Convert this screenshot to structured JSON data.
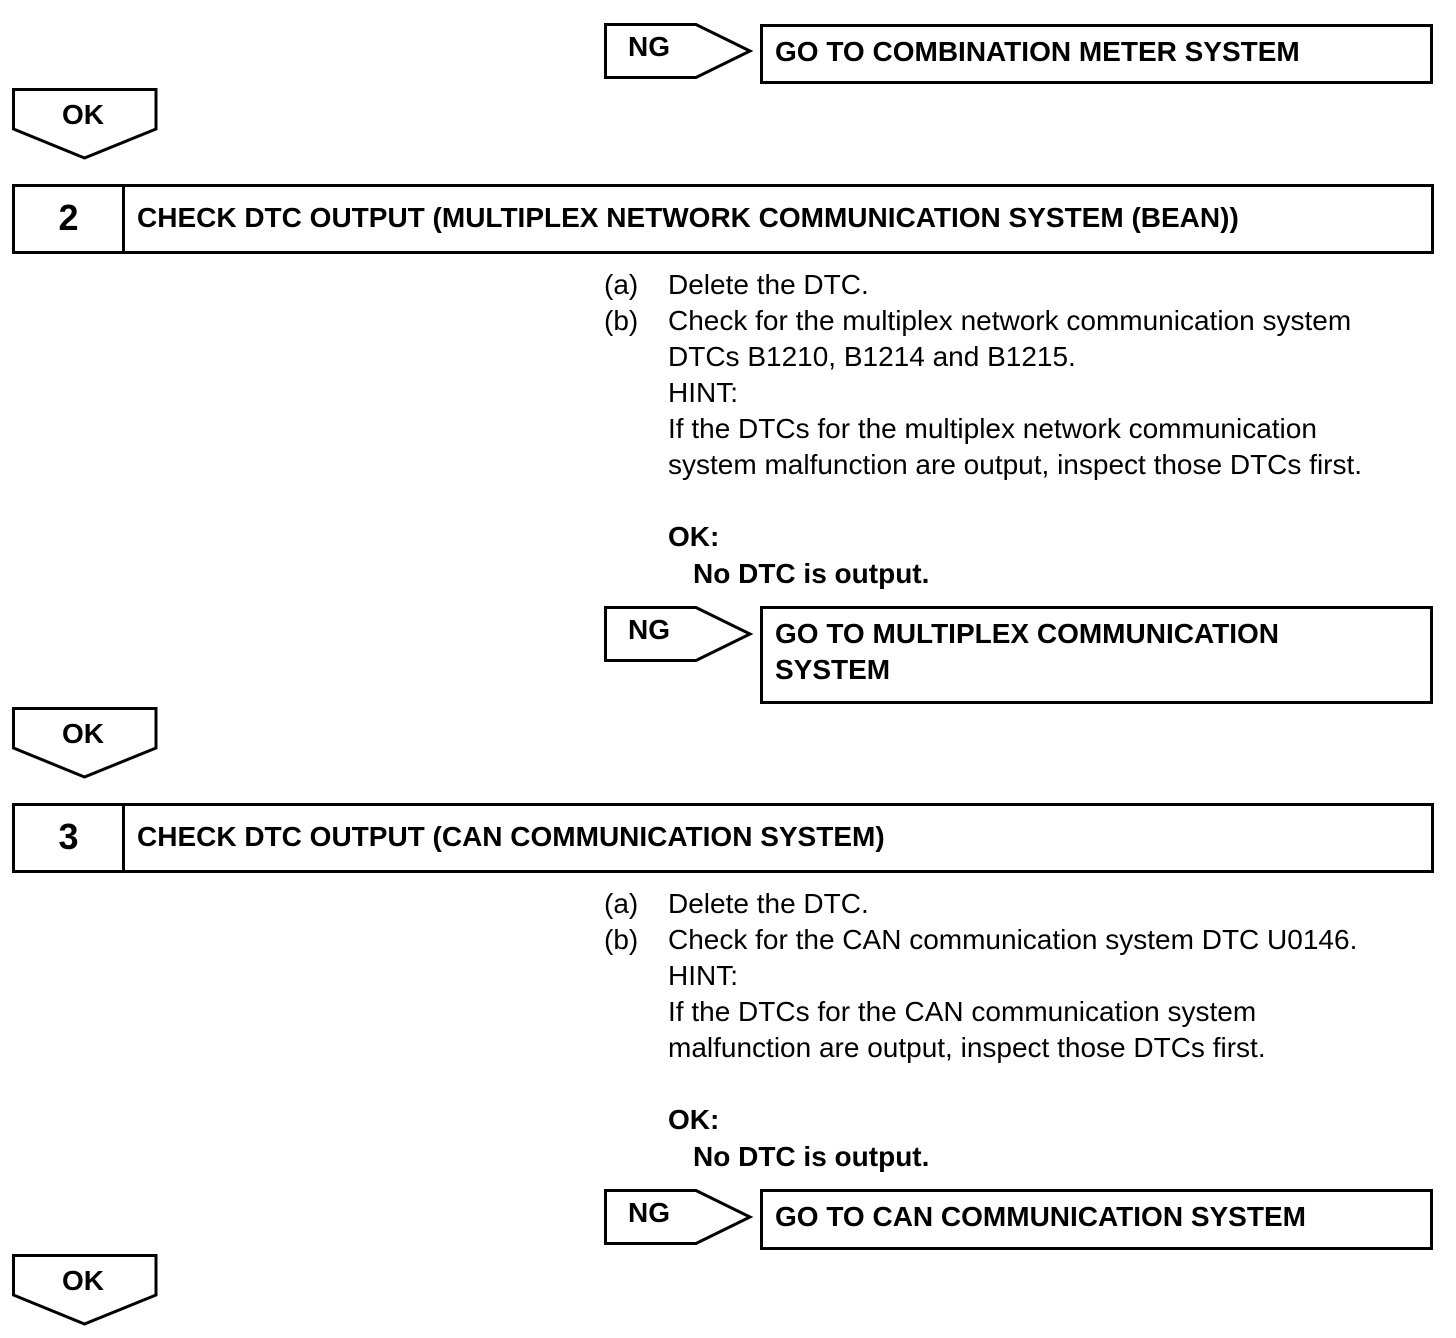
{
  "flow": {
    "top_branch": {
      "ng_label": "NG",
      "goto_text": "GO TO COMBINATION METER SYSTEM",
      "ok_label": "OK"
    },
    "steps": [
      {
        "number": "2",
        "title": "CHECK DTC OUTPUT (MULTIPLEX NETWORK COMMUNICATION SYSTEM (BEAN))",
        "items": [
          {
            "marker": "(a)",
            "text": "Delete the DTC."
          },
          {
            "marker": "(b)",
            "text": "Check for the multiplex network communication system"
          }
        ],
        "continuation": [
          "DTCs B1210, B1214 and B1215.",
          "HINT:",
          "If the DTCs for the multiplex network communication",
          "system malfunction are output, inspect those DTCs first."
        ],
        "ok_title": "OK:",
        "ok_value": "No DTC is output.",
        "ng_label": "NG",
        "goto_lines": [
          "GO TO MULTIPLEX COMMUNICATION",
          "SYSTEM"
        ],
        "ok_label": "OK"
      },
      {
        "number": "3",
        "title": "CHECK DTC OUTPUT (CAN COMMUNICATION SYSTEM)",
        "items": [
          {
            "marker": "(a)",
            "text": "Delete the DTC."
          },
          {
            "marker": "(b)",
            "text": "Check for the CAN communication system DTC U0146."
          }
        ],
        "continuation": [
          "HINT:",
          "If the DTCs for the CAN communication system",
          "malfunction are output, inspect those DTCs first."
        ],
        "ok_title": "OK:",
        "ok_value": "No DTC is output.",
        "ng_label": "NG",
        "goto_text": "GO TO CAN COMMUNICATION SYSTEM",
        "ok_label": "OK"
      }
    ]
  }
}
